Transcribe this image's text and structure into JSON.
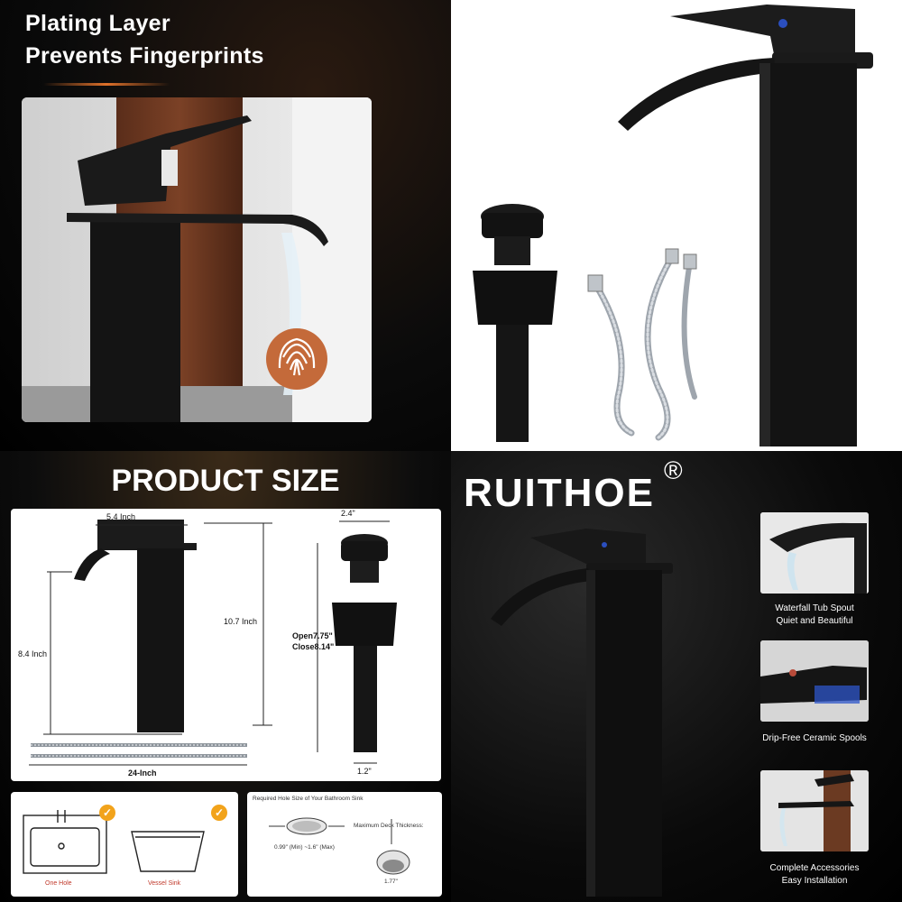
{
  "panel1": {
    "headline_line1": "Plating Layer",
    "headline_line2": "Prevents Fingerprints"
  },
  "panel3": {
    "title": "PRODUCT SIZE",
    "dims": {
      "spout": "5.4 Inch",
      "drain_width": "2.4\"",
      "total_height": "10.7 Inch",
      "body_height": "8.4 Inch",
      "drain_open": "Open7.75\"",
      "drain_close": "Close8.14\"",
      "hose_length": "24-Inch",
      "drain_bottom": "1.2\""
    },
    "sink_panel": {
      "label_left": "One Hole",
      "label_right": "Vessel Sink"
    },
    "hole_panel": {
      "heading": "Required Hole Size of Your Bathroom Sink",
      "deck_label": "Maximum Deck Thickness:",
      "range": "0.99\" (Min) ~1.6\" (Max)",
      "thickness": "1.77\""
    }
  },
  "panel4": {
    "brand": "RUITHOE",
    "registered": "®",
    "features": [
      {
        "line1": "Waterfall Tub Spout",
        "line2": "Quiet and Beautiful"
      },
      {
        "line1": "Drip-Free Ceramic Spools",
        "line2": ""
      },
      {
        "line1": "Complete Accessories",
        "line2": "Easy Installation"
      }
    ]
  },
  "colors": {
    "accent_orange": "#f2a31b",
    "fingerprint_badge": "#c46a3a",
    "matte_black": "#1a1a1a"
  }
}
